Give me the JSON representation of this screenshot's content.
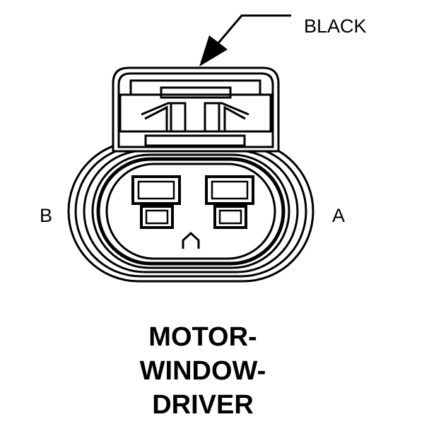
{
  "diagram": {
    "callout_color": "BLACK",
    "pin_left": "B",
    "pin_right": "A",
    "title_lines": [
      "MOTOR-",
      "WINDOW-",
      "DRIVER"
    ]
  }
}
